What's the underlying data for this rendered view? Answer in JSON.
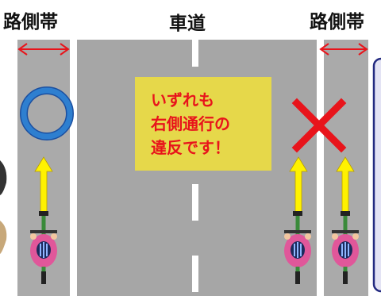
{
  "labels": {
    "left_shoulder": "路側帯",
    "roadway": "車道",
    "right_shoulder": "路側帯"
  },
  "note": {
    "lines": [
      "いずれも",
      "右側通行の",
      "違反です！"
    ]
  },
  "symbols": {
    "ok_mark": "blue-circle-icon",
    "ng_mark": "red-cross-icon",
    "direction": "yellow-up-arrow-icon",
    "width_marker": "red-double-arrow-icon"
  },
  "colors": {
    "road": "#a6a6a6",
    "shoulder": "#aaaaaa",
    "note_background": "#e6d84a",
    "note_text": "#e8141b",
    "circle": "#2e7fd0",
    "cross": "#e8141b",
    "arrow": "#fff200",
    "side_panel": "#e3e3f4"
  }
}
